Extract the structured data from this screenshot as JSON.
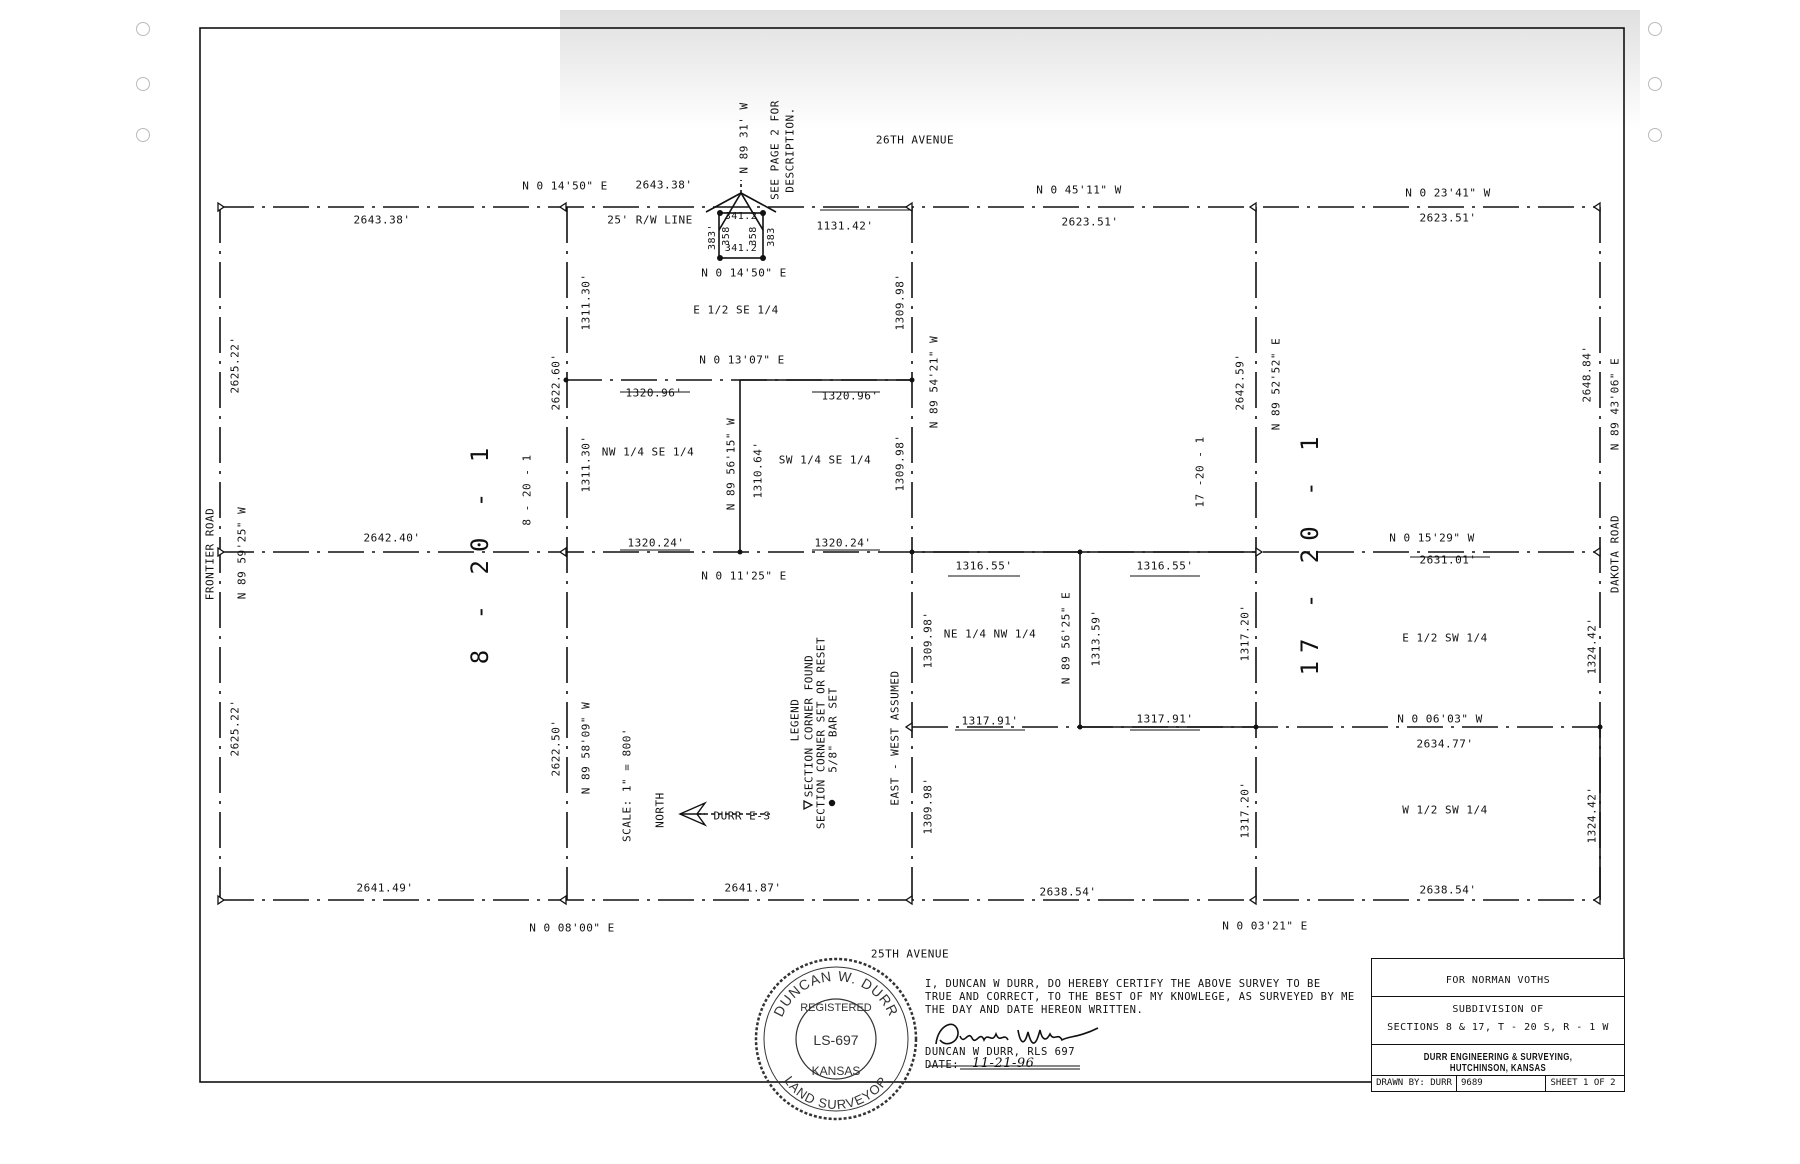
{
  "roads": {
    "north": "26TH AVENUE",
    "south": "25TH AVENUE",
    "west": "FRONTIER ROAD",
    "east": "DAKOTA ROAD"
  },
  "sections": {
    "left": "8 - 20 - 1",
    "left_small": "8 - 20 - 1",
    "right": "17 - 20 - 1",
    "right_small": "17 -20 - 1"
  },
  "distances": {
    "top_left": "2643.38'",
    "top_left_above": "2643.38'",
    "top_right1": "2623.51'",
    "top_right2": "2623.51'",
    "top_mid": "1131.42'",
    "mid_left": "2642.40'",
    "mid_a": "1320.24'",
    "mid_b": "1320.24'",
    "mid_c": "1316.55'",
    "mid_d": "1316.55'",
    "mid_e": "2631.01'",
    "q_a": "1320.96'",
    "q_b": "1320.96'",
    "low_a": "1317.91'",
    "low_b": "1317.91'",
    "low_c": "2634.77'",
    "bot_a": "2641.49'",
    "bot_b": "2641.87'",
    "bot_c": "2638.54'",
    "bot_d": "2638.54'",
    "v_west_up": "2625.22'",
    "v_west_down": "2625.22'",
    "v_a1": "2622.60'",
    "v_a2": "2622.50'",
    "v_b1": "1311.30'",
    "v_b2": "1311.30'",
    "v_c": "1310.64'",
    "v_d1": "1309.98'",
    "v_d2": "1309.98'",
    "v_d3": "1309.98'",
    "v_d4": "1309.98'",
    "v_e": "1313.59'",
    "v_f1": "2642.59'",
    "v_f2": "1317.20'",
    "v_f3": "1317.20'",
    "v_g1": "2648.84'",
    "v_g2": "1324.42'",
    "v_g3": "1324.42'"
  },
  "bearings": {
    "top1": "N 0 14'50\" E",
    "top2": "N 0 45'11\" W",
    "top3": "N 0 23'41\" W",
    "tract_bottom": "N 0 14'50\" E",
    "quarter_top": "N 0 13'07\" E",
    "mid1": "N 0 11'25\" E",
    "mid2": "N 0 15'29\" W",
    "low": "N 0 06'03\" W",
    "bot1": "N 0 08'00\" E",
    "bot2": "N 0 03'21\" E",
    "v_west": "N 89 59'25\" W",
    "v_a": "N 89 58'09\" W",
    "v_b": "N 89 56'15\" W",
    "v_c": "N 89 54'21\" W",
    "v_d": "N 89 56'25\" E",
    "v_e": "N 89 52'52\" E",
    "v_f": "N 89 43'06\" E",
    "tract_up": "N 89 31' W"
  },
  "tract": {
    "rw_line": "25' R/W LINE",
    "top": "341.2",
    "bottom": "341.2",
    "left": "383'",
    "right": "383",
    "inner_left": "358",
    "inner_right": "358",
    "note_line1": "SEE PAGE 2 FOR",
    "note_line2": "DESCRIPTION."
  },
  "areas": {
    "a1": "E 1/2 SE 1/4",
    "a2": "NW 1/4 SE 1/4",
    "a3": "SW 1/4 SE 1/4",
    "a4": "NE 1/4 NW 1/4",
    "a5": "E 1/2 SW 1/4",
    "a6": "W 1/2 SW 1/4"
  },
  "misc": {
    "east_west": "EAST - WEST ASSUMED",
    "scale": "SCALE: 1\" = 800'",
    "north": "NORTH",
    "arrow": "DURR E-S"
  },
  "legend": {
    "title": "LEGEND",
    "found": "SECTION CORNER FOUND",
    "set": "SECTION CORNER SET OR RESET",
    "bar": "5/8\" BAR SET"
  },
  "certificate": {
    "line1": "I, DUNCAN W DURR, DO HEREBY CERTIFY THE ABOVE SURVEY TO BE",
    "line2": "TRUE AND CORRECT, TO THE BEST OF MY KNOWLEGE, AS SURVEYED BY ME",
    "line3": "THE DAY AND DATE HEREON WRITTEN.",
    "name": "DUNCAN W DURR, RLS 697",
    "date_label": "DATE:",
    "date_value": "11-21-96",
    "signature": "Duncan W Durr"
  },
  "seal": {
    "top": "DUNCAN W. DURR",
    "registered": "REGISTERED",
    "number": "LS-697",
    "state": "KANSAS",
    "bottom": "LAND SURVEYOR"
  },
  "title_block": {
    "client": "FOR NORMAN VOTHS",
    "subtitle": "SUBDIVISION OF",
    "sections": "SECTIONS 8 & 17, T - 20 S, R - 1 W",
    "firm": "DURR ENGINEERING & SURVEYING, HUTCHINSON, KANSAS",
    "drawn": "DRAWN BY: DURR",
    "job": "9689",
    "sheet": "SHEET 1 OF 2"
  }
}
